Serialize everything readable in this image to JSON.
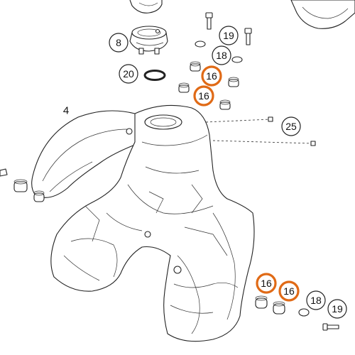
{
  "diagram": {
    "accent_color": "#e06a16",
    "labels": {
      "item_4": "4",
      "item_8": "8",
      "item_19_top": "19",
      "item_18_top": "18",
      "item_20": "20",
      "item_16_top_a": "16",
      "item_16_top_b": "16",
      "item_25": "25",
      "item_16_bottom_a": "16",
      "item_16_bottom_b": "16",
      "item_18_bottom": "18",
      "item_19_bottom": "19"
    }
  }
}
